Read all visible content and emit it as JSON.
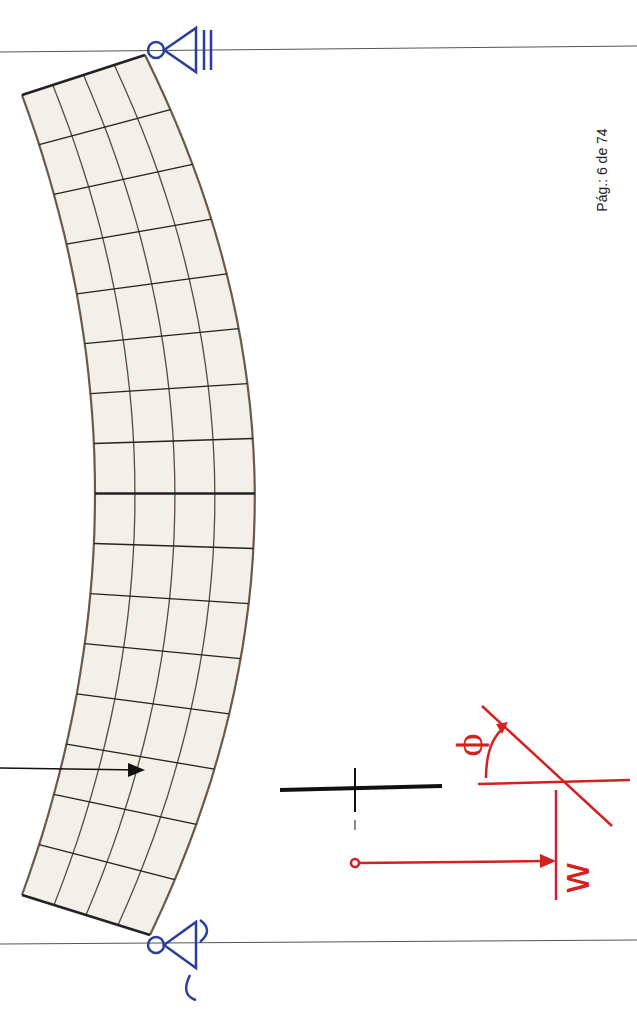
{
  "diagram": {
    "labels": [
      "Pág.: 6 de 74",
      "ϕ",
      "w"
    ]
  }
}
